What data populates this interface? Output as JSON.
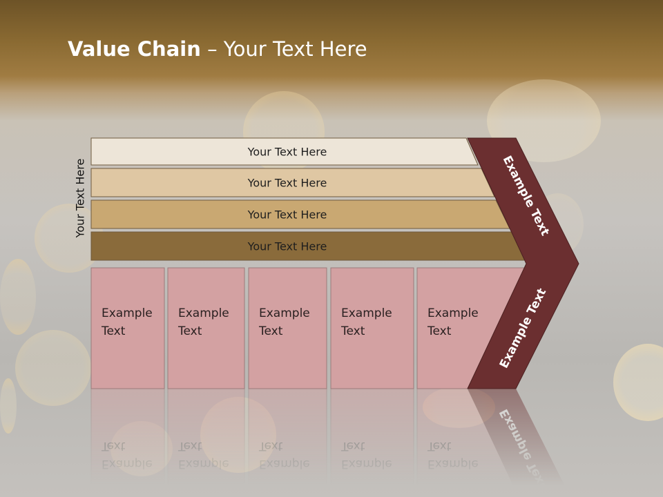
{
  "title": {
    "bold": "Value Chain",
    "rest": " – Your Text Here"
  },
  "side_label": "Your Text Here",
  "bars": [
    {
      "label": "Your Text Here",
      "fill": "#ede5d8"
    },
    {
      "label": "Your Text Here",
      "fill": "#dfc7a3"
    },
    {
      "label": "Your Text Here",
      "fill": "#c9a872"
    },
    {
      "label": "Your Text Here",
      "fill": "#8a6b3b"
    }
  ],
  "boxes": [
    {
      "line1": "Example",
      "line2": "Text"
    },
    {
      "line1": "Example",
      "line2": "Text"
    },
    {
      "line1": "Example",
      "line2": "Text"
    },
    {
      "line1": "Example",
      "line2": "Text"
    },
    {
      "line1": "Example",
      "line2": "Text"
    }
  ],
  "chevron": {
    "top_label": "Example Text",
    "bottom_label": "Example Text",
    "fill": "#6b2f30"
  },
  "colors": {
    "box_fill": "#d3a1a2",
    "box_stroke": "#9b7b7b",
    "bar_stroke": "#6f5a3e"
  }
}
